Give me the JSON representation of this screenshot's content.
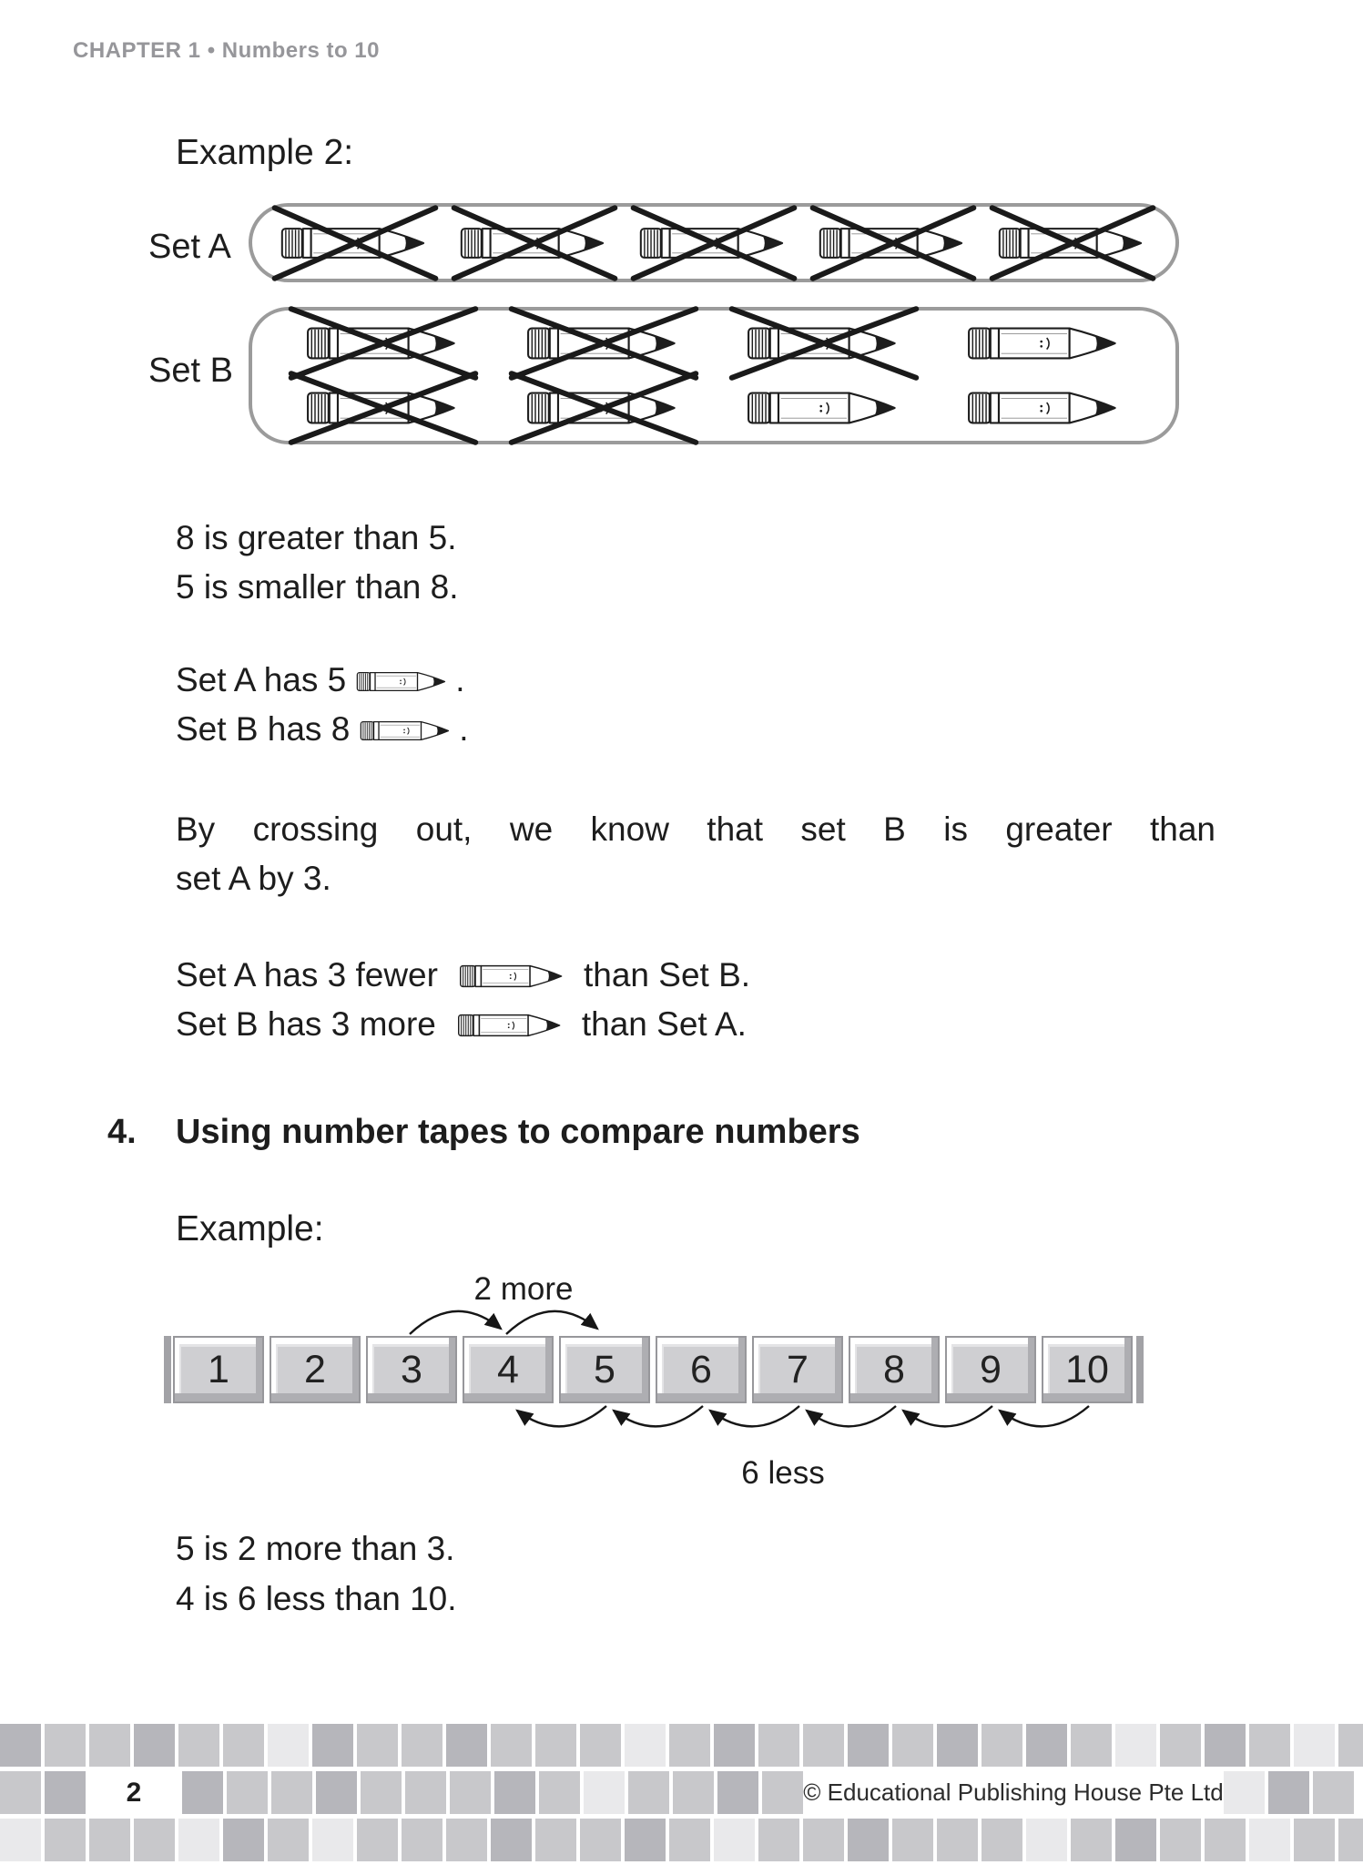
{
  "header": {
    "chapter": "CHAPTER 1 • Numbers to 10"
  },
  "example2_label": "Example 2:",
  "sets": [
    {
      "label": "Set A",
      "rows": [
        [
          true,
          true,
          true,
          true,
          true
        ]
      ]
    },
    {
      "label": "Set B",
      "rows": [
        [
          true,
          true,
          true,
          false
        ],
        [
          true,
          true,
          false,
          false
        ]
      ]
    }
  ],
  "statements": {
    "greater": "8 is greater than 5.",
    "smaller": "5 is smaller than 8."
  },
  "counts": [
    {
      "prefix": "Set A has 5",
      "suffix": "."
    },
    {
      "prefix": "Set B has 8",
      "suffix": "."
    }
  ],
  "crossing_paragraph": {
    "line1": "By crossing out, we know that set B is greater than",
    "line2": "set A by 3."
  },
  "comparisons": [
    {
      "prefix": "Set A has 3 fewer",
      "suffix": "than Set B."
    },
    {
      "prefix": "Set B has 3 more",
      "suffix": "than Set A."
    }
  ],
  "section4": {
    "number": "4.",
    "title": "Using number tapes to compare numbers"
  },
  "example_label": "Example:",
  "tape": {
    "numbers": [
      "1",
      "2",
      "3",
      "4",
      "5",
      "6",
      "7",
      "8",
      "9",
      "10"
    ],
    "more_label": "2 more",
    "less_label": "6 less",
    "more_arcs": [
      [
        3,
        4
      ],
      [
        4,
        5
      ]
    ],
    "less_arcs": [
      [
        10,
        9
      ],
      [
        9,
        8
      ],
      [
        8,
        7
      ],
      [
        7,
        6
      ],
      [
        6,
        5
      ],
      [
        5,
        4
      ]
    ]
  },
  "tape_statements": {
    "more": "5 is 2 more than 3.",
    "less": "4 is 6 less than 10."
  },
  "footer": {
    "page_number": "2",
    "copyright": "© Educational Publishing House Pte Ltd",
    "palette": [
      "#d6d6d8",
      "#c8c8cb",
      "#b6b6bb",
      "#e9e9eb"
    ],
    "rows": [
      [
        2,
        1,
        1,
        2,
        1,
        1,
        3,
        2,
        1,
        1,
        2,
        1,
        1,
        1,
        3,
        1,
        2,
        1,
        1,
        2,
        1,
        2,
        1,
        2,
        1,
        3,
        1,
        2,
        1,
        3,
        1
      ],
      [
        1,
        2,
        "P",
        2,
        1,
        1,
        2,
        1,
        1,
        1,
        2,
        1,
        3,
        1,
        1,
        2,
        1,
        "C",
        3,
        2,
        1
      ],
      [
        3,
        1,
        1,
        1,
        3,
        2,
        1,
        3,
        1,
        1,
        1,
        2,
        1,
        1,
        2,
        1,
        3,
        1,
        1,
        2,
        1,
        1,
        1,
        3,
        1,
        2,
        1,
        1,
        3,
        1,
        1
      ]
    ]
  },
  "colors": {
    "ink": "#1d1d1d",
    "box_border": "#9b9b9b",
    "header_gray": "#96969a"
  }
}
